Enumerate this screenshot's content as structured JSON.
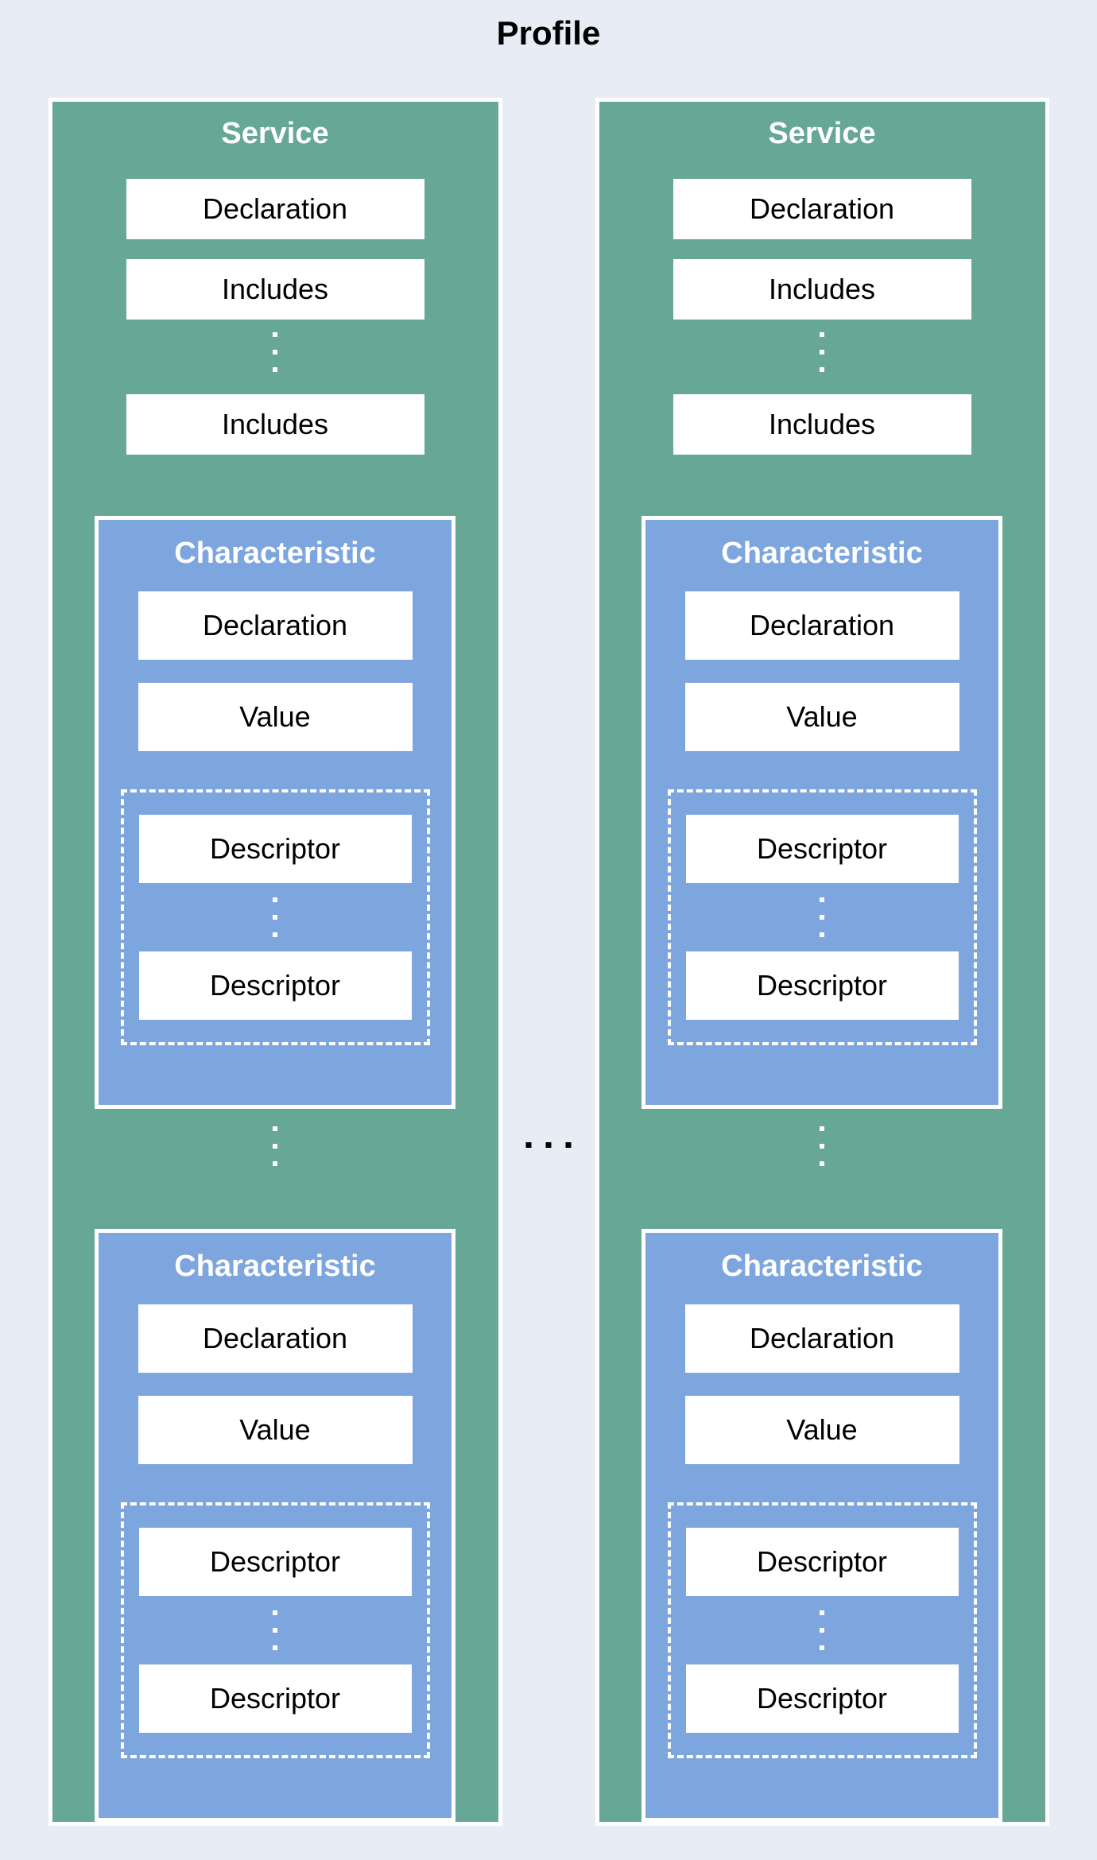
{
  "page_title": "Profile",
  "colors": {
    "background": "#e8edf5",
    "service_fill": "#66a795",
    "characteristic_fill": "#7da5de",
    "box_fill": "#ffffff",
    "box_text": "#000000",
    "header_text": "#ffffff",
    "ellipsis_dark": "#000000",
    "ellipsis_light": "#ffffff"
  },
  "services": [
    {
      "label": "Service",
      "declaration": "Declaration",
      "includes": [
        "Includes",
        "Includes"
      ],
      "characteristics": [
        {
          "label": "Characteristic",
          "declaration": "Declaration",
          "value": "Value",
          "descriptors": [
            "Descriptor",
            "Descriptor"
          ]
        },
        {
          "label": "Characteristic",
          "declaration": "Declaration",
          "value": "Value",
          "descriptors": [
            "Descriptor",
            "Descriptor"
          ]
        }
      ]
    },
    {
      "label": "Service",
      "declaration": "Declaration",
      "includes": [
        "Includes",
        "Includes"
      ],
      "characteristics": [
        {
          "label": "Characteristic",
          "declaration": "Declaration",
          "value": "Value",
          "descriptors": [
            "Descriptor",
            "Descriptor"
          ]
        },
        {
          "label": "Characteristic",
          "declaration": "Declaration",
          "value": "Value",
          "descriptors": [
            "Descriptor",
            "Descriptor"
          ]
        }
      ]
    }
  ]
}
